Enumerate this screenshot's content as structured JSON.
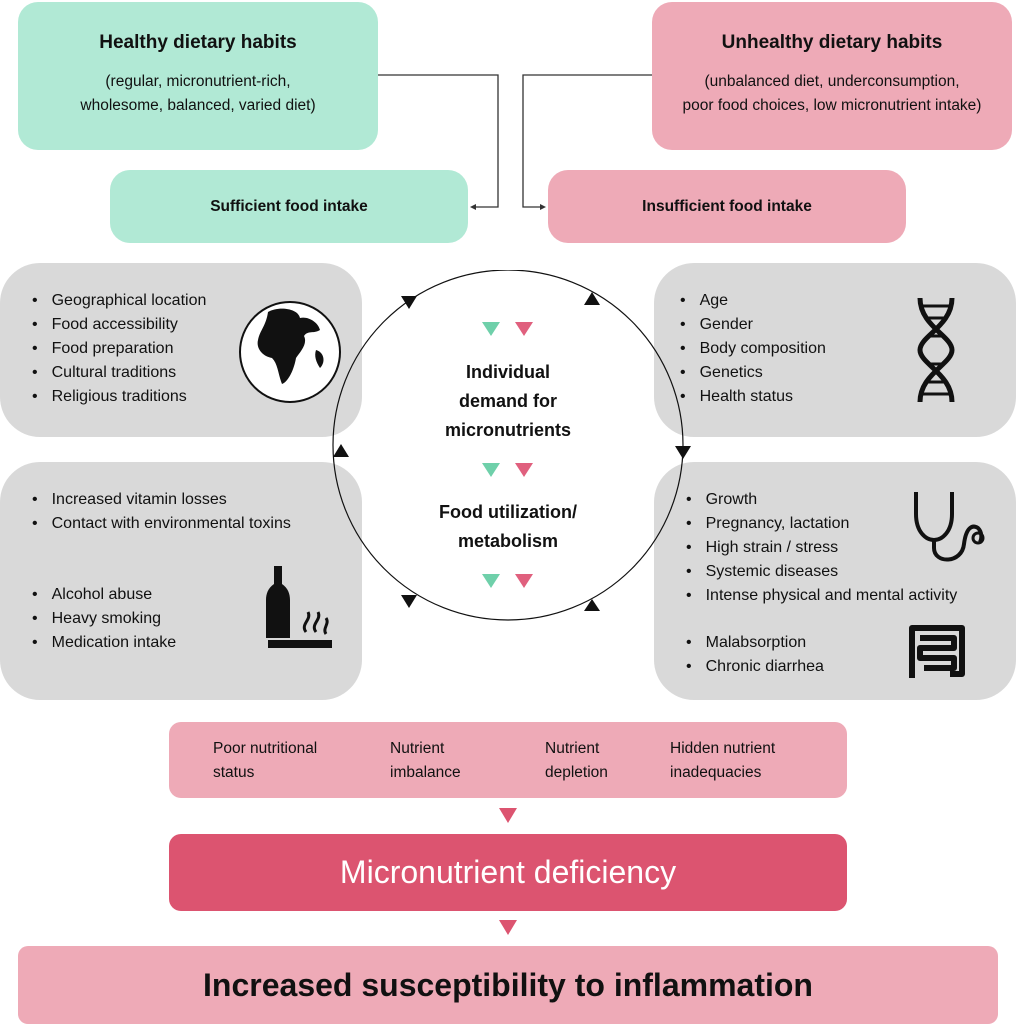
{
  "healthy": {
    "title": "Healthy dietary habits",
    "desc_line1": "(regular, micronutrient-rich,",
    "desc_line2": "wholesome, balanced, varied diet)",
    "intake": "Sufficient food intake"
  },
  "unhealthy": {
    "title": "Unhealthy dietary habits",
    "desc_line1": "(unbalanced diet, underconsumption,",
    "desc_line2": "poor food choices,  low micronutrient intake)",
    "intake": "Insufficient food intake"
  },
  "environment": {
    "items": [
      "Geographical location",
      "Food accessibility",
      "Food preparation",
      "Cultural traditions",
      "Religious traditions"
    ],
    "icon": "globe-icon"
  },
  "individual": {
    "items": [
      "Age",
      "Gender",
      "Body composition",
      "Genetics",
      "Health status"
    ],
    "icon": "dna-icon"
  },
  "lifestyle": {
    "items_a": [
      "Increased vitamin losses",
      "Contact with environmental toxins"
    ],
    "items_b": [
      "Alcohol abuse",
      "Heavy smoking",
      "Medication intake"
    ],
    "icon": "bottle-cigarette-icon"
  },
  "physiological": {
    "items_a": [
      "Growth",
      "Pregnancy, lactation",
      "High strain / stress",
      "Systemic diseases",
      "Intense physical and mental activity"
    ],
    "items_b": [
      "Malabsorption",
      "Chronic diarrhea"
    ],
    "icons": [
      "stethoscope-icon",
      "intestine-icon"
    ]
  },
  "cycle": {
    "demand_l1": "Individual",
    "demand_l2": "demand for",
    "demand_l3": "micronutrients",
    "util_l1": "Food utilization/",
    "util_l2": "metabolism"
  },
  "outcomes": [
    {
      "l1": "Poor nutritional",
      "l2": "status"
    },
    {
      "l1": "Nutrient",
      "l2": "imbalance"
    },
    {
      "l1": "Nutrient",
      "l2": "depletion"
    },
    {
      "l1": "Hidden nutrient",
      "l2": "inadequacies"
    }
  ],
  "deficiency": "Micronutrient deficiency",
  "result": "Increased susceptibility to inflammation",
  "colors": {
    "green": "#b1e9d5",
    "pink": "#eeaab7",
    "deep_pink": "#dc5470",
    "gray": "#d9d9d9"
  }
}
